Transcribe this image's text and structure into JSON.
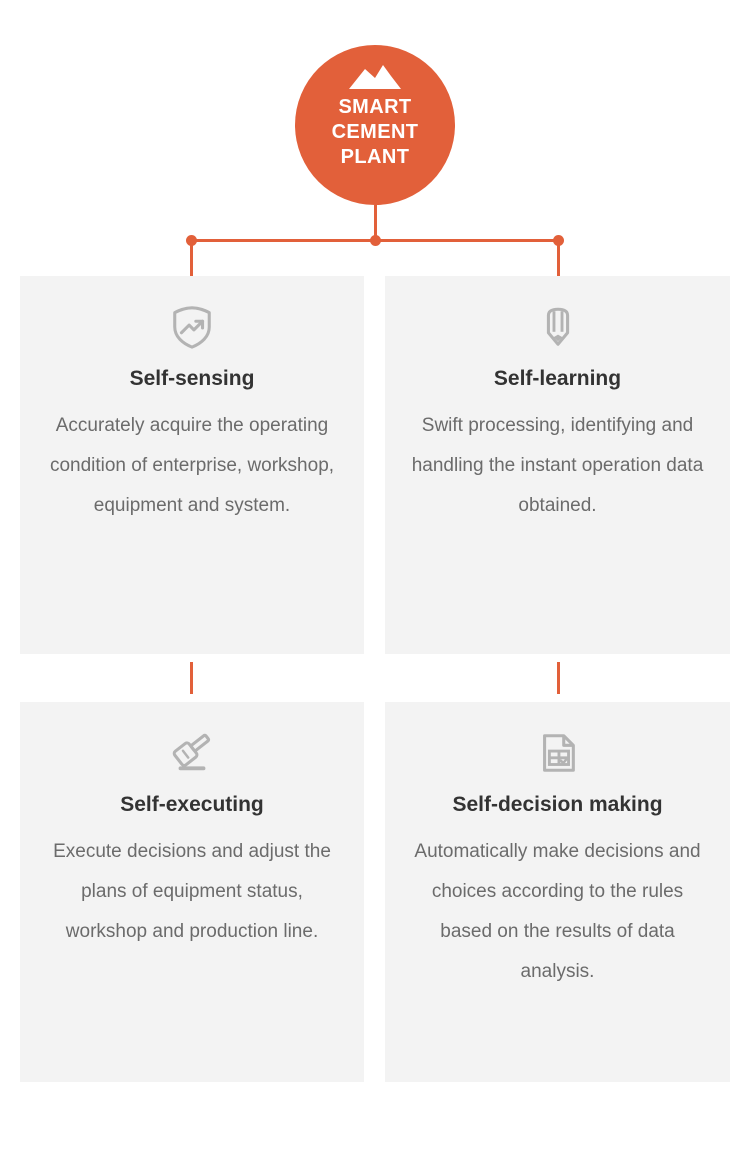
{
  "hub": {
    "title": "SMART\nCEMENT\nPLANT",
    "icon": "mountain-icon",
    "color": "#e2603a"
  },
  "connector": {
    "color": "#e2603a",
    "dots": 3
  },
  "cards": [
    {
      "icon": "shield-trend-icon",
      "title": "Self-sensing",
      "body": "Accurately acquire the operating condition of enterprise, workshop, equipment and system."
    },
    {
      "icon": "pencil-icon",
      "title": "Self-learning",
      "body": "Swift processing, identifying and handling the instant operation data obtained."
    },
    {
      "icon": "gavel-icon",
      "title": "Self-executing",
      "body": "Execute decisions and adjust the plans of equipment status, workshop and production line."
    },
    {
      "icon": "document-check-icon",
      "title": "Self-decision making",
      "body": "Automatically make decisions and choices according to the rules based on the results of data analysis."
    }
  ],
  "palette": {
    "accent": "#e2603a",
    "card_bg": "#f3f3f3",
    "title_text": "#333333",
    "body_text": "#6b6b6b",
    "icon_gray": "#b3b3b3",
    "page_bg": "#ffffff"
  }
}
